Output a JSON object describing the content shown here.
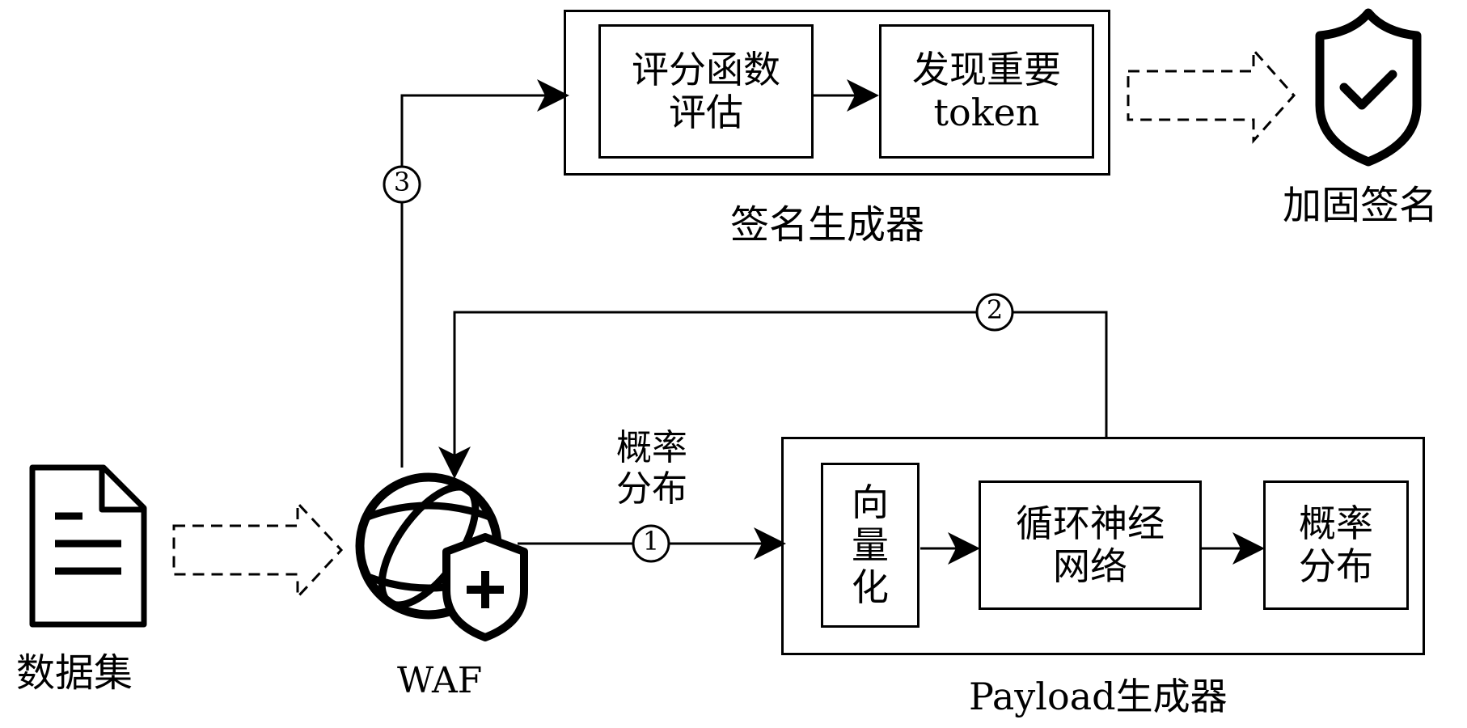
{
  "signature_generator": {
    "caption": "签名生成器",
    "score_box": "评分函数\n评估",
    "token_box": "发现重要\ntoken"
  },
  "hardened_signature": {
    "caption": "加固签名"
  },
  "dataset": {
    "caption": "数据集"
  },
  "waf": {
    "caption": "WAF"
  },
  "payload_generator": {
    "caption": "Payload生成器",
    "vectorize_box": "向\n量\n化",
    "rnn_box": "循环神经\n网络",
    "prob_box": "概率\n分布"
  },
  "edge_labels": {
    "prob_dist": "概率\n分布",
    "step1": "①",
    "step2": "②",
    "step3": "③"
  },
  "icons": [
    "document-icon",
    "globe-shield-icon",
    "shield-check-icon"
  ]
}
